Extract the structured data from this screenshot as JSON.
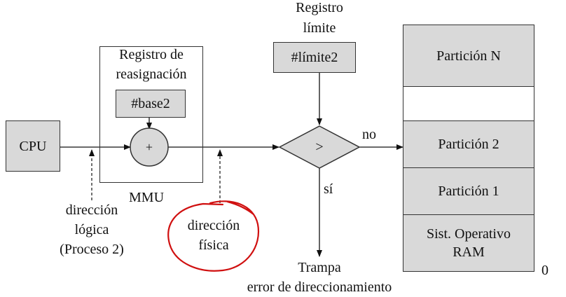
{
  "cpu": {
    "label": "CPU"
  },
  "mmu": {
    "relocation_register_title_line1": "Registro de",
    "relocation_register_title_line2": "reasignación",
    "base_value": "#base2",
    "adder_symbol": "+",
    "label": "MMU"
  },
  "limit_register": {
    "title_line1": "Registro",
    "title_line2": "límite",
    "value": "#límite2"
  },
  "comparator": {
    "symbol": ">",
    "no_label": "no",
    "yes_label": "sí"
  },
  "logical_address": {
    "line1": "dirección",
    "line2": "lógica",
    "line3": "(Proceso 2)"
  },
  "physical_address": {
    "line1": "dirección",
    "line2": "física"
  },
  "trap": {
    "line1": "Trampa",
    "line2": "error de direccionamiento"
  },
  "memory": {
    "partitions": [
      "Partición N",
      "",
      "Partición 2",
      "Partición 1"
    ],
    "os_line1": "Sist. Operativo",
    "os_line2": "RAM",
    "bottom_address": "0"
  },
  "colors": {
    "box_fill": "#d9d9d9",
    "annotation": "#d01010"
  }
}
